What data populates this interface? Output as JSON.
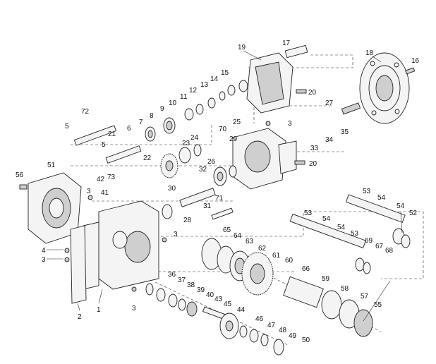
{
  "labels": {
    "l1": "1",
    "l2": "2",
    "l3a": "3",
    "l3b": "3",
    "l3c": "3",
    "l3d": "3",
    "l3e": "3",
    "l4": "4",
    "l5a": "5",
    "l5b": "5",
    "l6": "6",
    "l7": "7",
    "l8": "8",
    "l9": "9",
    "l10": "10",
    "l11": "11",
    "l12": "12",
    "l13": "13",
    "l14": "14",
    "l15": "15",
    "l16": "16",
    "l17": "17",
    "l18": "18",
    "l19": "19",
    "l20a": "20",
    "l20b": "20",
    "l21": "21",
    "l22": "22",
    "l23": "23",
    "l24": "24",
    "l25": "25",
    "l26": "26",
    "l27": "27",
    "l28": "28",
    "l29": "29",
    "l30": "30",
    "l31": "31",
    "l32": "32",
    "l33": "33",
    "l34": "34",
    "l35": "35",
    "l36": "36",
    "l37": "37",
    "l38": "38",
    "l39": "39",
    "l40": "40",
    "l41": "41",
    "l42": "42",
    "l43": "43",
    "l44": "44",
    "l45": "45",
    "l46": "46",
    "l47": "47",
    "l48": "48",
    "l49": "49",
    "l50": "50",
    "l51": "51",
    "l52": "52",
    "l53a": "53",
    "l53b": "53",
    "l53c": "53",
    "l54a": "54",
    "l54b": "54",
    "l54c": "54",
    "l54d": "54",
    "l55": "55",
    "l56": "56",
    "l57": "57",
    "l58": "58",
    "l59": "59",
    "l60": "60",
    "l61": "61",
    "l62": "62",
    "l63": "63",
    "l64": "64",
    "l65": "65",
    "l66": "66",
    "l67": "67",
    "l68": "68",
    "l69": "69",
    "l70": "70",
    "l71": "71",
    "l72": "72",
    "l73": "73"
  }
}
